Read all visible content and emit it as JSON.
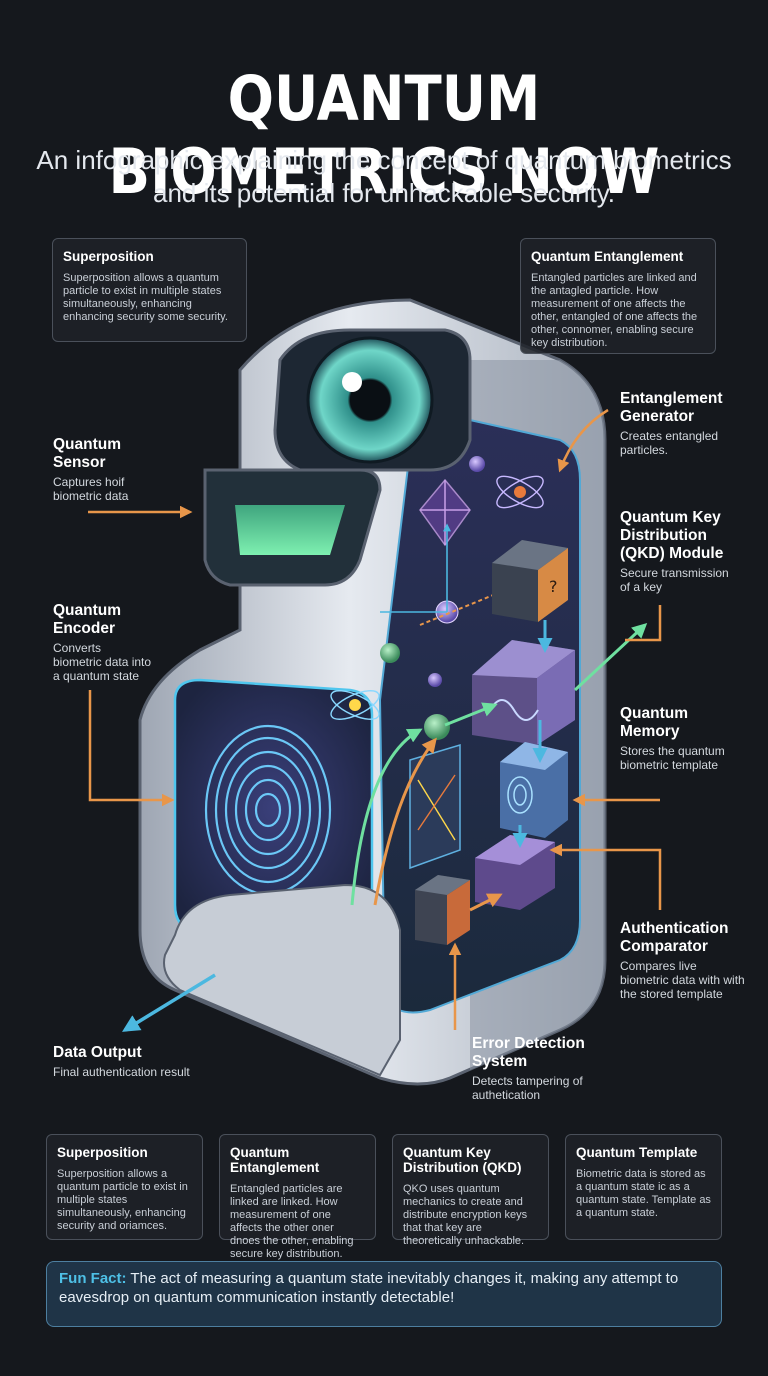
{
  "header": {
    "title": "QUANTUM BIOMETRICS NOW",
    "subtitle": "An infographic explaining the concept of quantum biometrics and its potential for unhackable security."
  },
  "top_boxes": {
    "superposition": {
      "title": "Superposition",
      "text": "Superposition allows a quantum particle to exist in multiple states simultaneously, enhancing enhancing security some security."
    },
    "entanglement": {
      "title": "Quantum Entanglement",
      "text": "Entangled particles are linked and the antagled particle. How measurement of one affects the other, entangled of one affects the other, connomer, enabling secure key distribution."
    }
  },
  "labels": {
    "sensor": {
      "title": "Quantum Sensor",
      "text": "Captures hoif biometric data"
    },
    "encoder": {
      "title": "Quantum Encoder",
      "text": "Converts biometric data into a quantum state"
    },
    "data_output": {
      "title": "Data Output",
      "text": "Final authentication result"
    },
    "generator": {
      "title": "Entanglement Generator",
      "text": "Creates entangled particles."
    },
    "qkd": {
      "title": "Quantum Key Distribution (QKD) Module",
      "text": "Secure transmission of a key"
    },
    "memory": {
      "title": "Quantum Memory",
      "text": "Stores the quantum biometric template"
    },
    "comparator": {
      "title": "Authentication Comparator",
      "text": "Compares live biometric data with with the stored template"
    },
    "error": {
      "title": "Error Detection System",
      "text": "Detects tampering of authetication"
    }
  },
  "bottom_boxes": [
    {
      "title": "Superposition",
      "text": "Superposition allows a quantum particle to exist in multiple states simultaneously, enhancing security and oriamces."
    },
    {
      "title": "Quantum Entanglement",
      "text": "Entangled particles are linked are linked. How measurement of one affects the other oner dnoes the other, enabling secure key distribution."
    },
    {
      "title": "Quantum Key Distribution (QKD)",
      "text": "QKO uses quantum mechanics to create and distribute encryption keys that that key are theoretically unhackable."
    },
    {
      "title": "Quantum Template",
      "text": "Biometric data is stored as a quantum state ic as a quantum state. Template as a quantum state."
    }
  ],
  "fun_fact": {
    "label": "Fun Fact:",
    "text": " The act of measuring a quantum state inevitably changes it, making any attempt to eavesdrop on quantum communication instantly detectable!"
  },
  "colors": {
    "background": "#15181d",
    "arrow_orange": "#e8964a",
    "arrow_cyan": "#4cb8e0",
    "device_shell": "#d6dbe3",
    "fingerprint": "#6fd0ff",
    "fun_fact_accent": "#4ec0e6"
  }
}
